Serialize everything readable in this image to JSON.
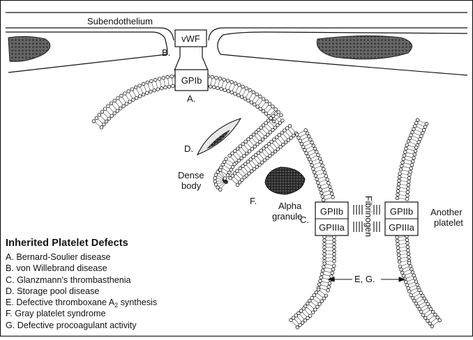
{
  "labels": {
    "subendothelium": "Subendothelium",
    "vwf": "vWF",
    "b": "B.",
    "gpib": "GPIb",
    "a": "A.",
    "d": "D.",
    "dense1": "Dense",
    "dense2": "body",
    "f": "F.",
    "alpha1": "Alpha",
    "alpha2": "granule",
    "c": "C.",
    "gpib_left": "GPIIb",
    "gpiiia_left": "GPIIIa",
    "fibrinogen": "Fibrinogen",
    "gpib_right": "GPIIb",
    "gpiiia_right": "GPIIIa",
    "another1": "Another",
    "another2": "platelet",
    "eg": "E, G."
  },
  "legend": {
    "title": "Inherited Platelet Defects",
    "items": [
      "A. Bernard-Soulier disease",
      "B. von Willebrand disease",
      "C. Glanzmann's thrombasthenia",
      "D. Storage pool disease",
      "E. Defective thromboxane A",
      "F. Gray platelet syndrome",
      "G. Defective procoagulant activity"
    ],
    "e_sub": "2",
    "e_suffix": " synthesis"
  }
}
